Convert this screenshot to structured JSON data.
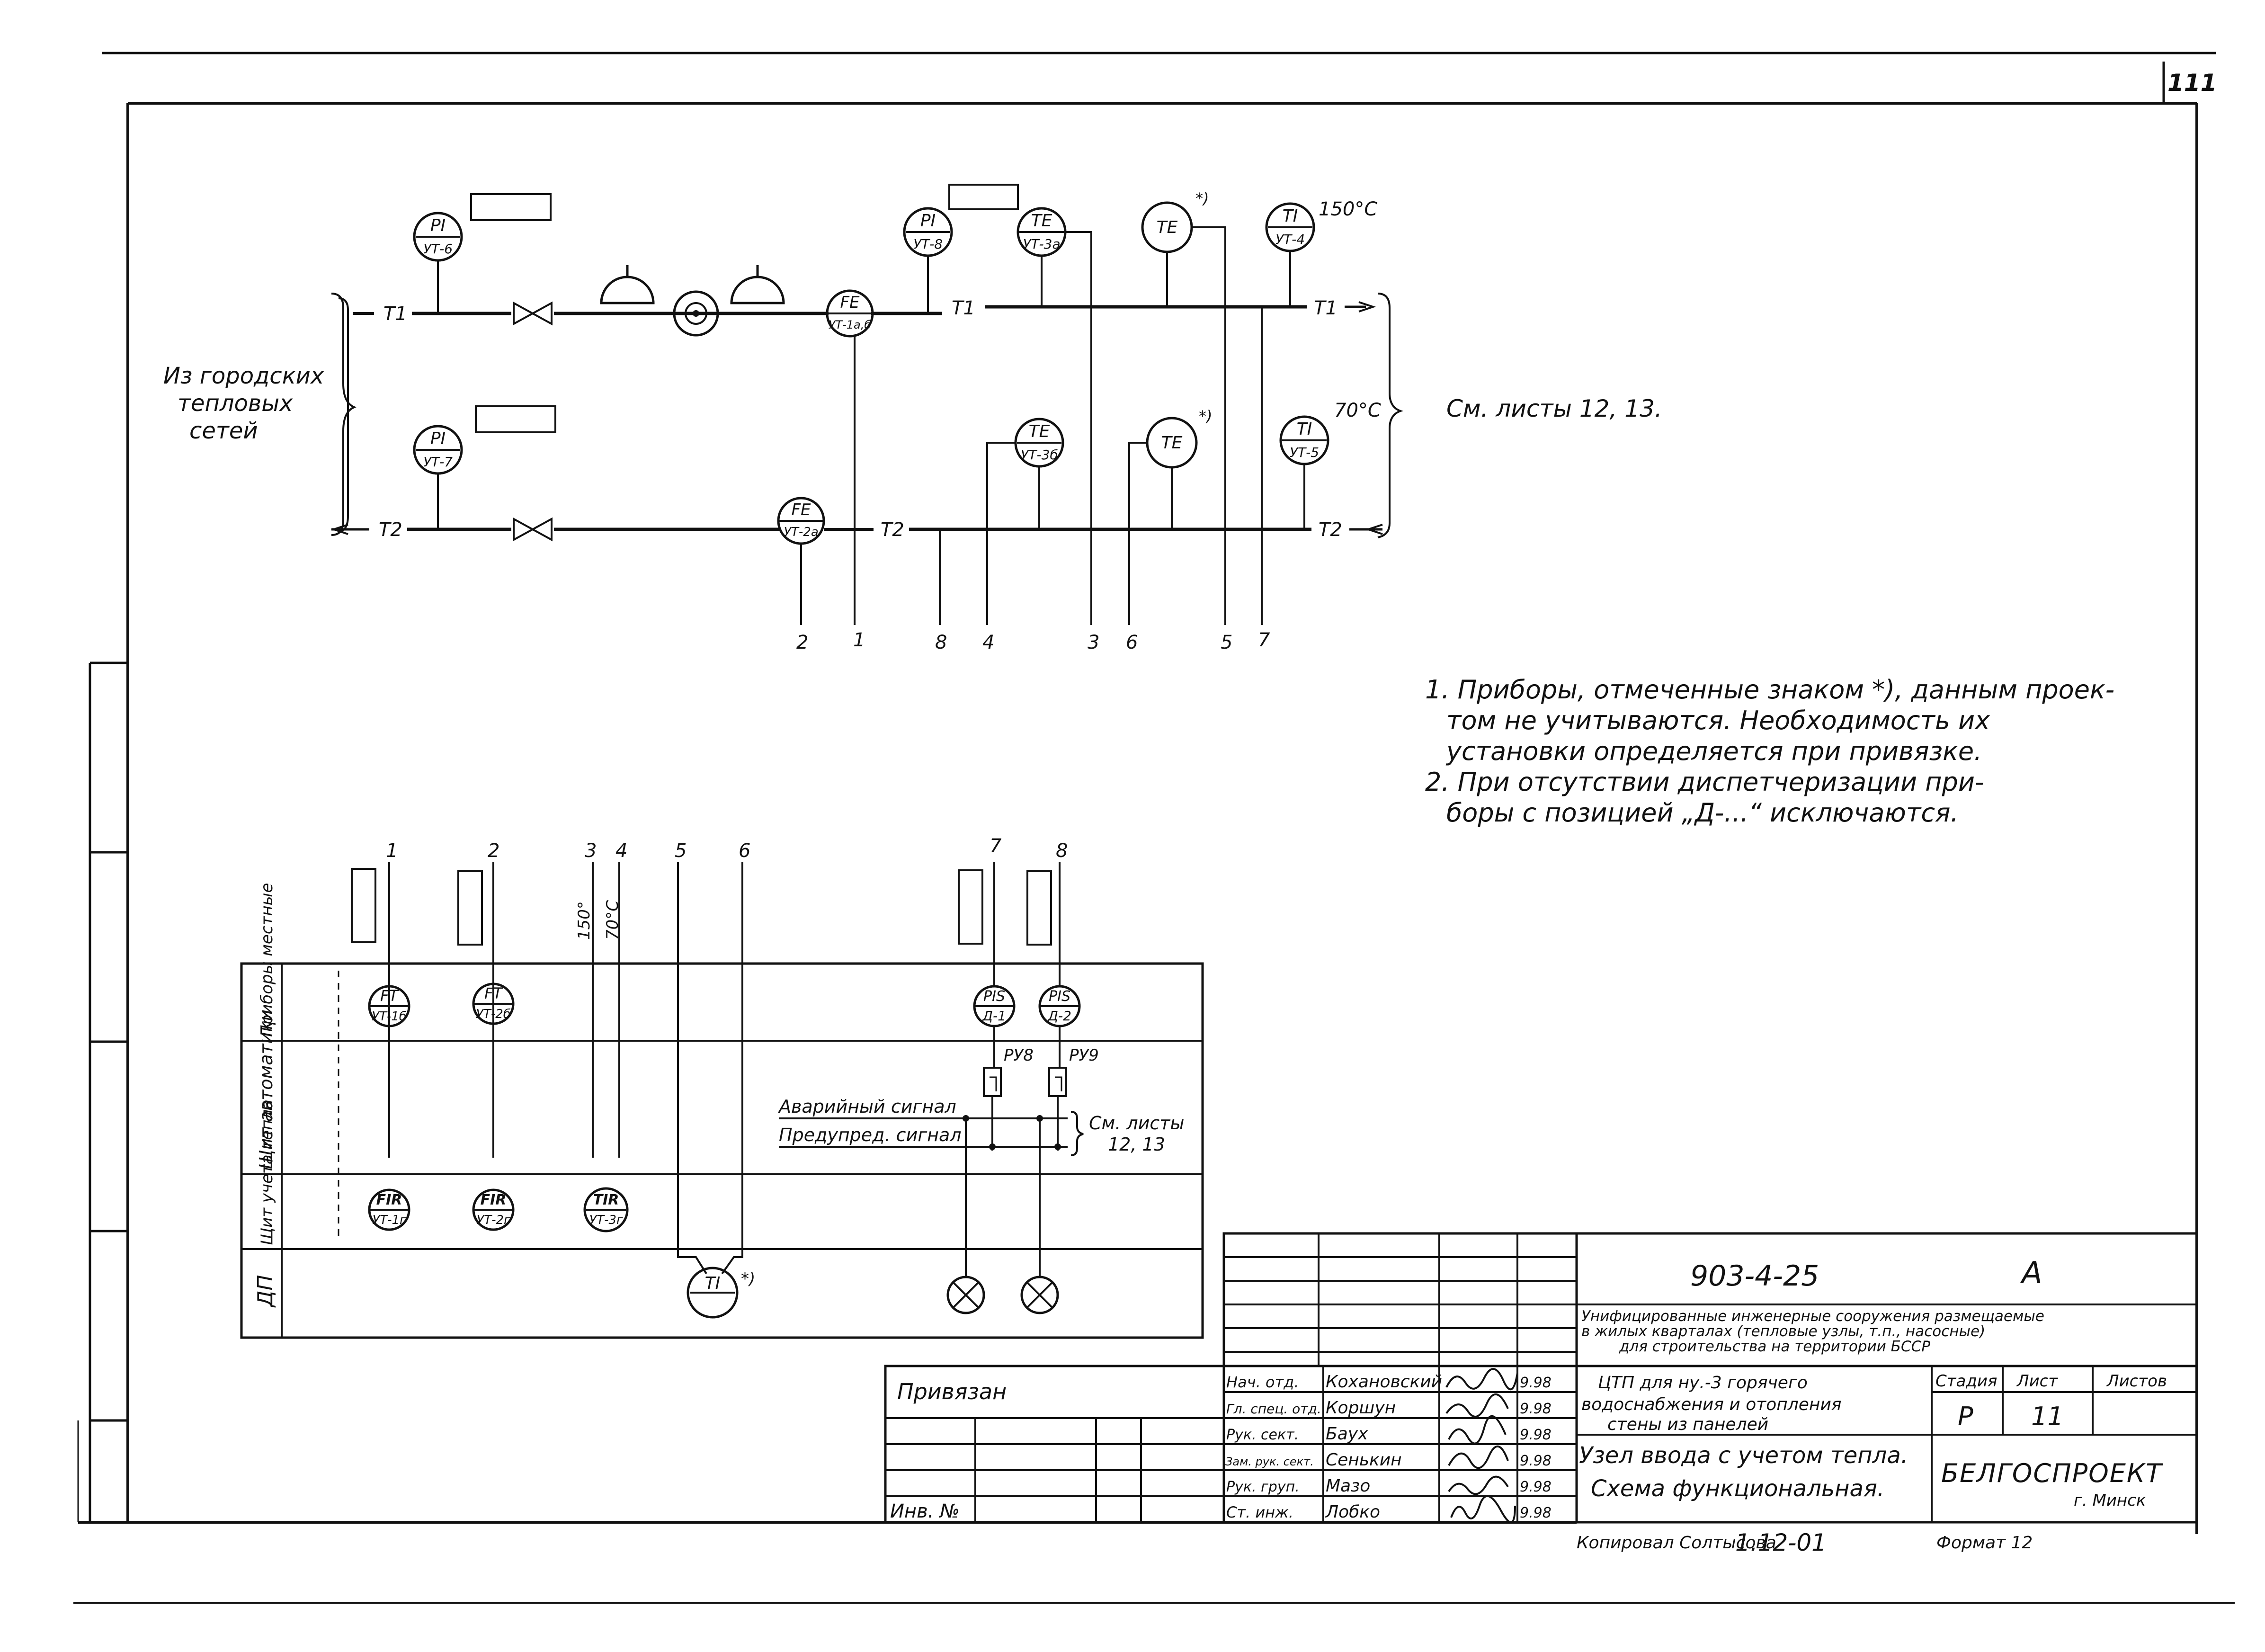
{
  "sheet": {
    "number": "111",
    "source_label": [
      "Из городских",
      "тепловых",
      "сетей"
    ],
    "ref_sheets_right": "См. листы 12, 13.",
    "temp_supply": "150°С",
    "temp_return": "70°С"
  },
  "pipes": {
    "t1": "Т1",
    "t2": "Т2"
  },
  "instruments_top": [
    {
      "code": "PI",
      "pos": "УТ-6"
    },
    {
      "code": "PI",
      "pos": "УТ-8"
    },
    {
      "code": "TE",
      "pos": "УТ-3а"
    },
    {
      "code": "TE",
      "pos": "",
      "mark": "*)"
    },
    {
      "code": "TI",
      "pos": "УТ-4"
    },
    {
      "code": "FE",
      "pos": "УТ-1а,б"
    },
    {
      "code": "PI",
      "pos": "УТ-7"
    },
    {
      "code": "FE",
      "pos": "УТ-2а"
    },
    {
      "code": "TE",
      "pos": "УТ-3б"
    },
    {
      "code": "TE",
      "pos": "",
      "mark": "*)"
    },
    {
      "code": "TI",
      "pos": "УТ-5"
    }
  ],
  "line_numbers": [
    "2",
    "1",
    "8",
    "4",
    "3",
    "6",
    "5",
    "7"
  ],
  "panel": {
    "columns": [
      "1",
      "2",
      "3",
      "4",
      "5",
      "6",
      "7",
      "8"
    ],
    "temps": [
      "150°",
      "70°С"
    ],
    "rows": [
      "Приборы местные",
      "Щит автоматики",
      "Щит учета тепла",
      "ДП"
    ],
    "devices": [
      {
        "code": "FT",
        "pos": "УТ-1б"
      },
      {
        "code": "FT",
        "pos": "УТ-2б"
      },
      {
        "code": "PIS",
        "pos": "Д-1"
      },
      {
        "code": "PIS",
        "pos": "Д-2"
      },
      {
        "code": "FIR",
        "pos": "УТ-1г"
      },
      {
        "code": "FIR",
        "pos": "УТ-2г"
      },
      {
        "code": "TIR",
        "pos": "УТ-3г"
      },
      {
        "code": "TI",
        "pos": "",
        "mark": "*)"
      }
    ],
    "relays": [
      "РУ8",
      "РУ9"
    ],
    "alarm": "Аварийный сигнал",
    "warning": "Предупред. сигнал",
    "ref": [
      "См. листы",
      "12, 13"
    ]
  },
  "notes": [
    "1. Приборы, отмеченные знаком *), данным проек-",
    "том не учитываются. Необходимость их",
    "установки определяется при привязке.",
    "2. При отсутствии диспетчеризации при-",
    "боры с позицией „Д-...“ исключаются."
  ],
  "title_block": {
    "doc_number": "903-4-25",
    "letter": "А",
    "project": [
      "Унифицированные инженерные сооружения размещаемые",
      "в жилых кварталах (тепловые узлы, т.п., насосные)",
      "для строительства на территории БССР"
    ],
    "object": [
      "ЦТП для ну.-3 горячего",
      "водоснабжения и отопления",
      "стены из панелей"
    ],
    "drawing": [
      "Узел ввода с учетом тепла.",
      "Схема функциональная."
    ],
    "stage_label": "Стадия",
    "sheet_label": "Лист",
    "sheets_label": "Листов",
    "stage": "Р",
    "sheet": "11",
    "org": [
      "БЕЛГОСПРОЕКТ",
      "г. Минск"
    ],
    "tied": "Привязан",
    "inv": "Инв. №",
    "copied": "Копировал Солтысова",
    "format": "Формат 12",
    "stamp": "1.12-01",
    "staff": [
      {
        "role": "Нач. отд.",
        "name": "Кохановский",
        "date": "9.98"
      },
      {
        "role": "Гл. спец. отд.",
        "name": "Коршун",
        "date": "9.98"
      },
      {
        "role": "Рук. сект.",
        "name": "Баух",
        "date": "9.98"
      },
      {
        "role": "Зам. рук. сект.",
        "name": "Сенькин",
        "date": "9.98"
      },
      {
        "role": "Рук. груп.",
        "name": "Мазо",
        "date": "9.98"
      },
      {
        "role": "Ст. инж.",
        "name": "Лобко",
        "date": "9.98"
      }
    ]
  }
}
